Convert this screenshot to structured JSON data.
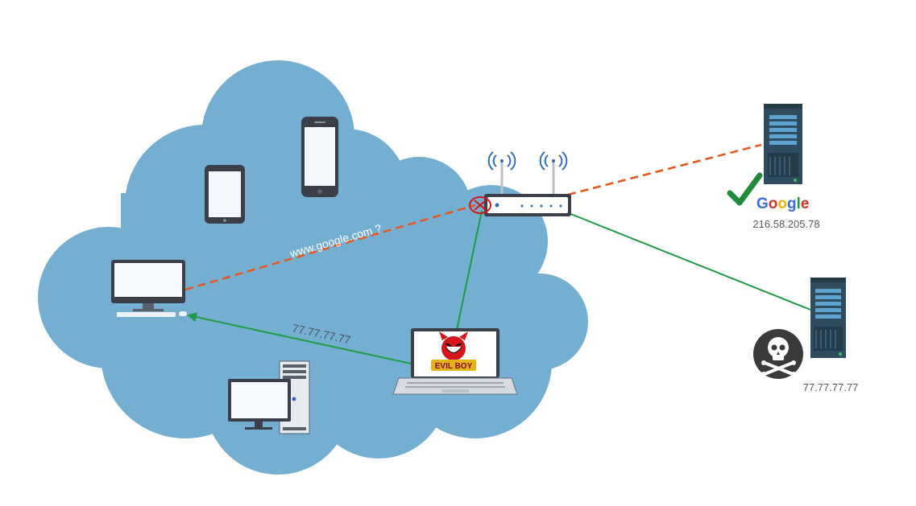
{
  "labels": {
    "query": "www.google.com ?",
    "spoofed_reply": "77.77.77.77",
    "google_ip": "216.58.205.78",
    "evil_ip": "77.77.77.77",
    "google_logo": "Google",
    "evil_logo": "EVIL BOY"
  },
  "colors": {
    "cloud": "#74aed0",
    "dns_query_dashed": "#e8541e",
    "green_link": "#1f9a45",
    "google_check": "#1f8a3c",
    "server_body": "#2f4b5e",
    "server_stripe": "#5da3cf"
  },
  "icons": [
    "tablet-icon",
    "smartphone-icon",
    "desktop-monitor-icon",
    "laptop-icon",
    "desktop-tower-icon",
    "router-icon",
    "server-icon",
    "checkmark-icon",
    "skull-crossbones-icon",
    "blocked-icon"
  ]
}
